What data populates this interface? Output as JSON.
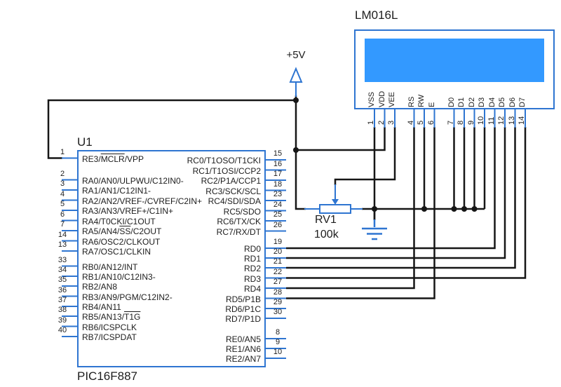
{
  "colors": {
    "blue": "#2e75d1",
    "wire": "#161616",
    "screen": "#3399ff",
    "text": "#1d1d1d"
  },
  "power": {
    "label": "+5V"
  },
  "pot": {
    "ref": "RV1",
    "value": "100k"
  },
  "lcd": {
    "part": "LM016L",
    "pins": [
      {
        "num": "1",
        "label": "VSS"
      },
      {
        "num": "2",
        "label": "VDD"
      },
      {
        "num": "3",
        "label": "VEE"
      },
      {
        "num": "4",
        "label": "RS"
      },
      {
        "num": "5",
        "label": "RW"
      },
      {
        "num": "6",
        "label": "E"
      },
      {
        "num": "7",
        "label": "D0"
      },
      {
        "num": "8",
        "label": "D1"
      },
      {
        "num": "9",
        "label": "D2"
      },
      {
        "num": "10",
        "label": "D3"
      },
      {
        "num": "11",
        "label": "D4"
      },
      {
        "num": "12",
        "label": "D5"
      },
      {
        "num": "13",
        "label": "D6"
      },
      {
        "num": "14",
        "label": "D7"
      }
    ]
  },
  "pic": {
    "ref": "U1",
    "part": "PIC16F887",
    "left_pins": [
      {
        "num": "1",
        "pre": "RE3/",
        "over": "MCLR",
        "post": "/VPP"
      },
      {
        "num": "2",
        "label": "RA0/AN0/ULPWU/C12IN0-"
      },
      {
        "num": "3",
        "label": "RA1/AN1/C12IN1-"
      },
      {
        "num": "4",
        "label": "RA2/AN2/VREF-/CVREF/C2IN+"
      },
      {
        "num": "5",
        "label": "RA3/AN3/VREF+/C1IN+"
      },
      {
        "num": "6",
        "label": "RA4/T0CKI/C1OUT"
      },
      {
        "num": "7",
        "pre": "RA5/AN4/",
        "over": "SS",
        "post": "/C2OUT"
      },
      {
        "num": "14",
        "label": "RA6/OSC2/CLKOUT"
      },
      {
        "num": "13",
        "label": "RA7/OSC1/CLKIN"
      },
      {
        "num": "33",
        "label": "RB0/AN12/INT"
      },
      {
        "num": "34",
        "label": "RB1/AN10/C12IN3-"
      },
      {
        "num": "35",
        "label": "RB2/AN8"
      },
      {
        "num": "36",
        "label": "RB3/AN9/PGM/C12IN2-"
      },
      {
        "num": "37",
        "label": "RB4/AN11"
      },
      {
        "num": "38",
        "pre": "RB5/AN13/",
        "over": "T1G",
        "post": ""
      },
      {
        "num": "39",
        "label": "RB6/ICSPCLK"
      },
      {
        "num": "40",
        "label": "RB7/ICSPDAT"
      }
    ],
    "right_pins": [
      {
        "num": "15",
        "label": "RC0/T1OSO/T1CKI"
      },
      {
        "num": "16",
        "label": "RC1/T1OSI/CCP2"
      },
      {
        "num": "17",
        "label": "RC2/P1A/CCP1"
      },
      {
        "num": "18",
        "label": "RC3/SCK/SCL"
      },
      {
        "num": "23",
        "label": "RC4/SDI/SDA"
      },
      {
        "num": "24",
        "label": "RC5/SDO"
      },
      {
        "num": "25",
        "label": "RC6/TX/CK"
      },
      {
        "num": "26",
        "label": "RC7/RX/DT"
      },
      {
        "num": "19",
        "label": "RD0"
      },
      {
        "num": "20",
        "label": "RD1"
      },
      {
        "num": "21",
        "label": "RD2"
      },
      {
        "num": "22",
        "label": "RD3"
      },
      {
        "num": "27",
        "label": "RD4"
      },
      {
        "num": "28",
        "label": "RD5/P1B"
      },
      {
        "num": "29",
        "label": "RD6/P1C"
      },
      {
        "num": "30",
        "label": "RD7/P1D"
      },
      {
        "num": "8",
        "label": "RE0/AN5"
      },
      {
        "num": "9",
        "label": "RE1/AN6"
      },
      {
        "num": "10",
        "label": "RE2/AN7"
      }
    ]
  }
}
